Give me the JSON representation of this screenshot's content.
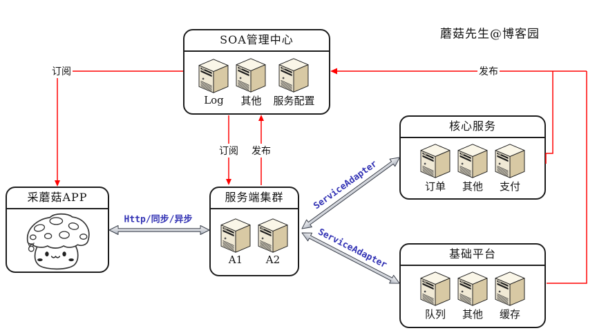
{
  "watermark": "蘑菇先生@博客园",
  "colors": {
    "line_red": "#ff0000",
    "label_blue": "#3232b4",
    "server_front": "#f0e9d5",
    "server_side": "#d8c9a4",
    "server_top": "#faf6e8",
    "box_border": "#1c1c1c"
  },
  "nodes": {
    "soa_center": {
      "title": "SOA管理中心",
      "servers": [
        "Log",
        "其他",
        "服务配置"
      ]
    },
    "app": {
      "title": "采蘑菇APP"
    },
    "server_cluster": {
      "title": "服务端集群",
      "servers": [
        "A1",
        "A2"
      ]
    },
    "core_services": {
      "title": "核心服务",
      "servers": [
        "订单",
        "其他",
        "支付"
      ]
    },
    "base_platform": {
      "title": "基础平台",
      "servers": [
        "队列",
        "其他",
        "缓存"
      ]
    }
  },
  "edges": {
    "app_subscribe": "订阅",
    "publish_loop": "发布",
    "cluster_subscribe": "订阅",
    "cluster_publish": "发布",
    "http_channel": "Http/同步/异步",
    "adapter_core": "ServiceAdapter",
    "adapter_base": "ServiceAdapter"
  }
}
